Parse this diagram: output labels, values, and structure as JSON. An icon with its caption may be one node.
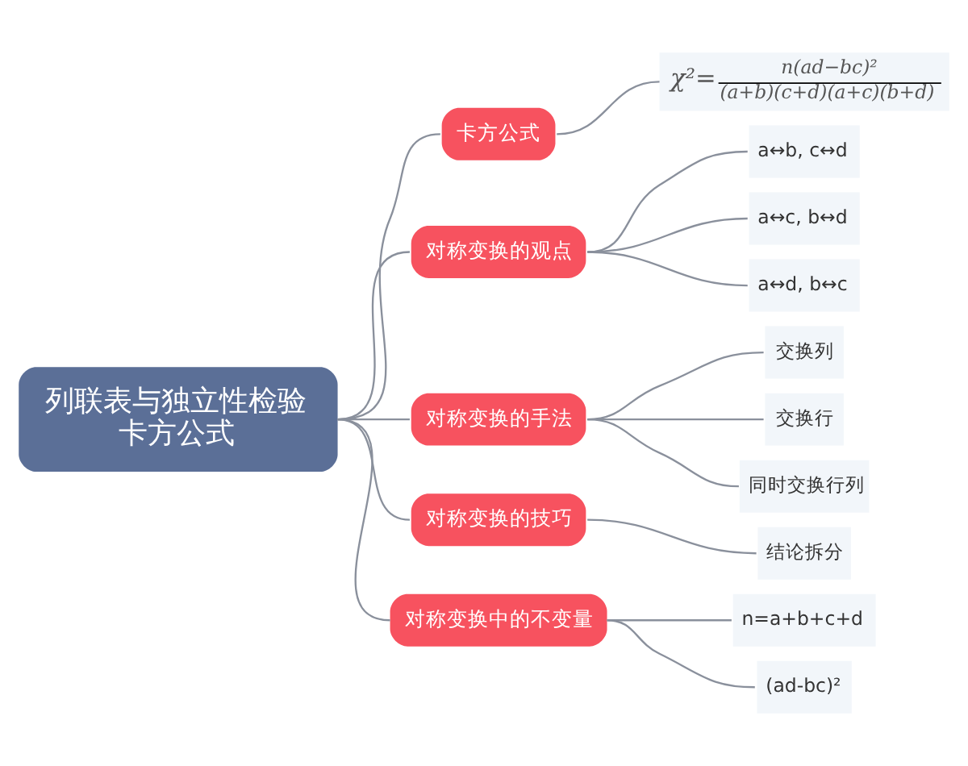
{
  "diagram": {
    "nodes": [
      {
        "text": [
          "列联表与独立性检验",
          "卡方公式"
        ]
      },
      {
        "text": [
          "卡方公式"
        ]
      },
      {
        "text": [
          "χ²=",
          "n(ad−bc)²",
          "(a+b)(c+d)(a+c)(b+d)"
        ]
      },
      {
        "text": [
          "对称变换的观点"
        ]
      },
      {
        "text": [
          "a↔b, c↔d"
        ]
      },
      {
        "text": [
          "a↔c, b↔d"
        ]
      },
      {
        "text": [
          "a↔d, b↔c"
        ]
      },
      {
        "text": [
          "对称变换的手法"
        ]
      },
      {
        "text": [
          "交换列"
        ]
      },
      {
        "text": [
          "交换行"
        ]
      },
      {
        "text": [
          "同时交换行列"
        ]
      },
      {
        "text": [
          "对称变换的技巧"
        ]
      },
      {
        "text": [
          "结论拆分"
        ]
      },
      {
        "text": [
          "对称变换中的不变量"
        ]
      },
      {
        "text": [
          "n=a+b+c+d"
        ]
      },
      {
        "text": [
          "(ad-bc)²"
        ]
      }
    ],
    "edges": [
      {
        "from": 0,
        "to": 1,
        "arrow": "none"
      },
      {
        "from": 1,
        "to": 2,
        "arrow": "none"
      },
      {
        "from": 0,
        "to": 3,
        "arrow": "none"
      },
      {
        "from": 3,
        "to": 4,
        "arrow": "none"
      },
      {
        "from": 3,
        "to": 5,
        "arrow": "none"
      },
      {
        "from": 3,
        "to": 6,
        "arrow": "none"
      },
      {
        "from": 0,
        "to": 7,
        "arrow": "none"
      },
      {
        "from": 7,
        "to": 8,
        "arrow": "none"
      },
      {
        "from": 7,
        "to": 9,
        "arrow": "none"
      },
      {
        "from": 7,
        "to": 10,
        "arrow": "none"
      },
      {
        "from": 0,
        "to": 11,
        "arrow": "none"
      },
      {
        "from": 11,
        "to": 12,
        "arrow": "none"
      },
      {
        "from": 0,
        "to": 13,
        "arrow": "none"
      },
      {
        "from": 13,
        "to": 14,
        "arrow": "none"
      },
      {
        "from": 13,
        "to": 15,
        "arrow": "none"
      }
    ]
  }
}
